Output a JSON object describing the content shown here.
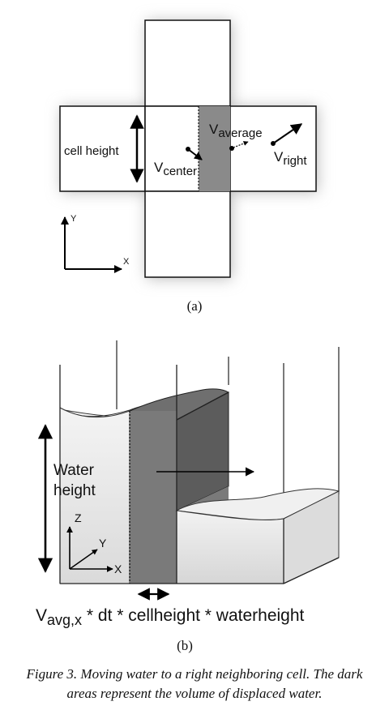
{
  "figure_a": {
    "label": "(a)",
    "cell_height": "cell height",
    "v_center_base": "V",
    "v_center_sub": "center",
    "v_average_base": "V",
    "v_average_sub": "average",
    "v_right_base": "V",
    "v_right_sub": "right",
    "axis_y": "Y",
    "axis_x": "X"
  },
  "figure_b": {
    "label": "(b)",
    "water_height_line1": "Water",
    "water_height_line2": "height",
    "axis_z": "Z",
    "axis_y": "Y",
    "axis_x": "X",
    "formula_v": "V",
    "formula_sub": "avg,x",
    "formula_rest": " * dt * cellheight * waterheight"
  },
  "caption": {
    "line1": "Figure 3.  Moving water to a right neighboring cell. The dark",
    "line2": "areas represent the volume of displaced water."
  },
  "colors": {
    "dark_area": "#7d7d7d",
    "light_water": "#e4e4e4",
    "shadow": "#c8c8c8"
  }
}
